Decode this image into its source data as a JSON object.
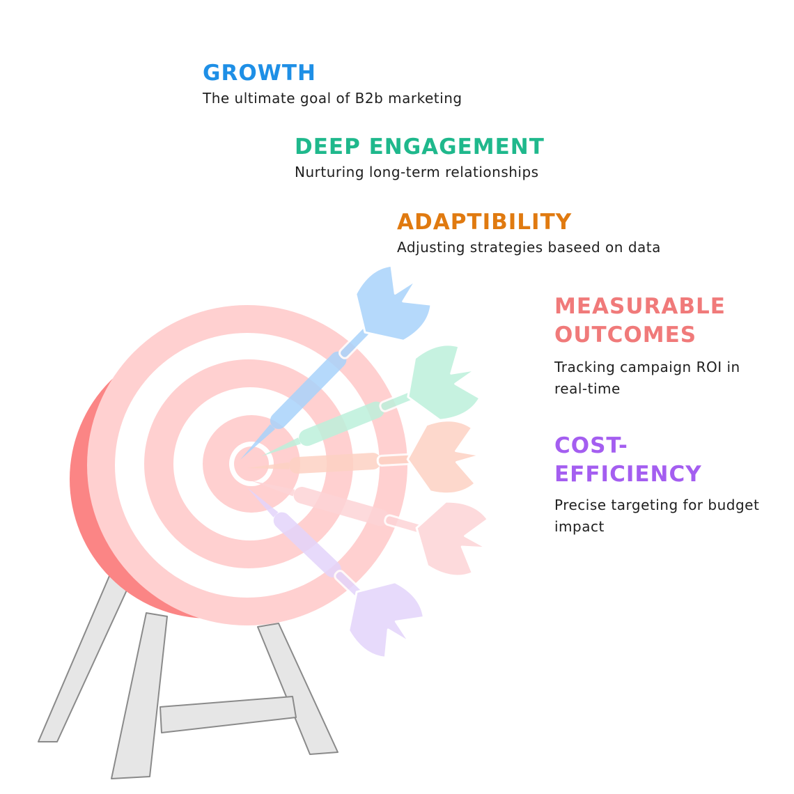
{
  "items": [
    {
      "title": "GROWTH",
      "description": "The ultimate goal of B2b marketing",
      "color": "#1e8fe6"
    },
    {
      "title": "DEEP ENGAGEMENT",
      "description": "Nurturing long-term relationships",
      "color": "#1fb88c"
    },
    {
      "title": "ADAPTIBILITY",
      "description": "Adjusting strategies baseed on data",
      "color": "#e07a10"
    },
    {
      "title": "MEASURABLE OUTCOMES",
      "description": "Tracking campaign ROI in real-time",
      "color": "#f07a7a"
    },
    {
      "title": "COST-EFFICIENCY",
      "description": "Precise targeting for budget impact",
      "color": "#a45ef0"
    }
  ],
  "colors": {
    "board_side": "#fb8585",
    "board_ring": "#ffd0d0",
    "board_gap": "#ffffff",
    "stand": "#e6e6e6",
    "stand_stroke": "#8a8a8a"
  },
  "dart_colors": [
    "#a9d3fb",
    "#bdf0db",
    "#fdd2c4",
    "#fdd4d6",
    "#e3d4fb"
  ]
}
